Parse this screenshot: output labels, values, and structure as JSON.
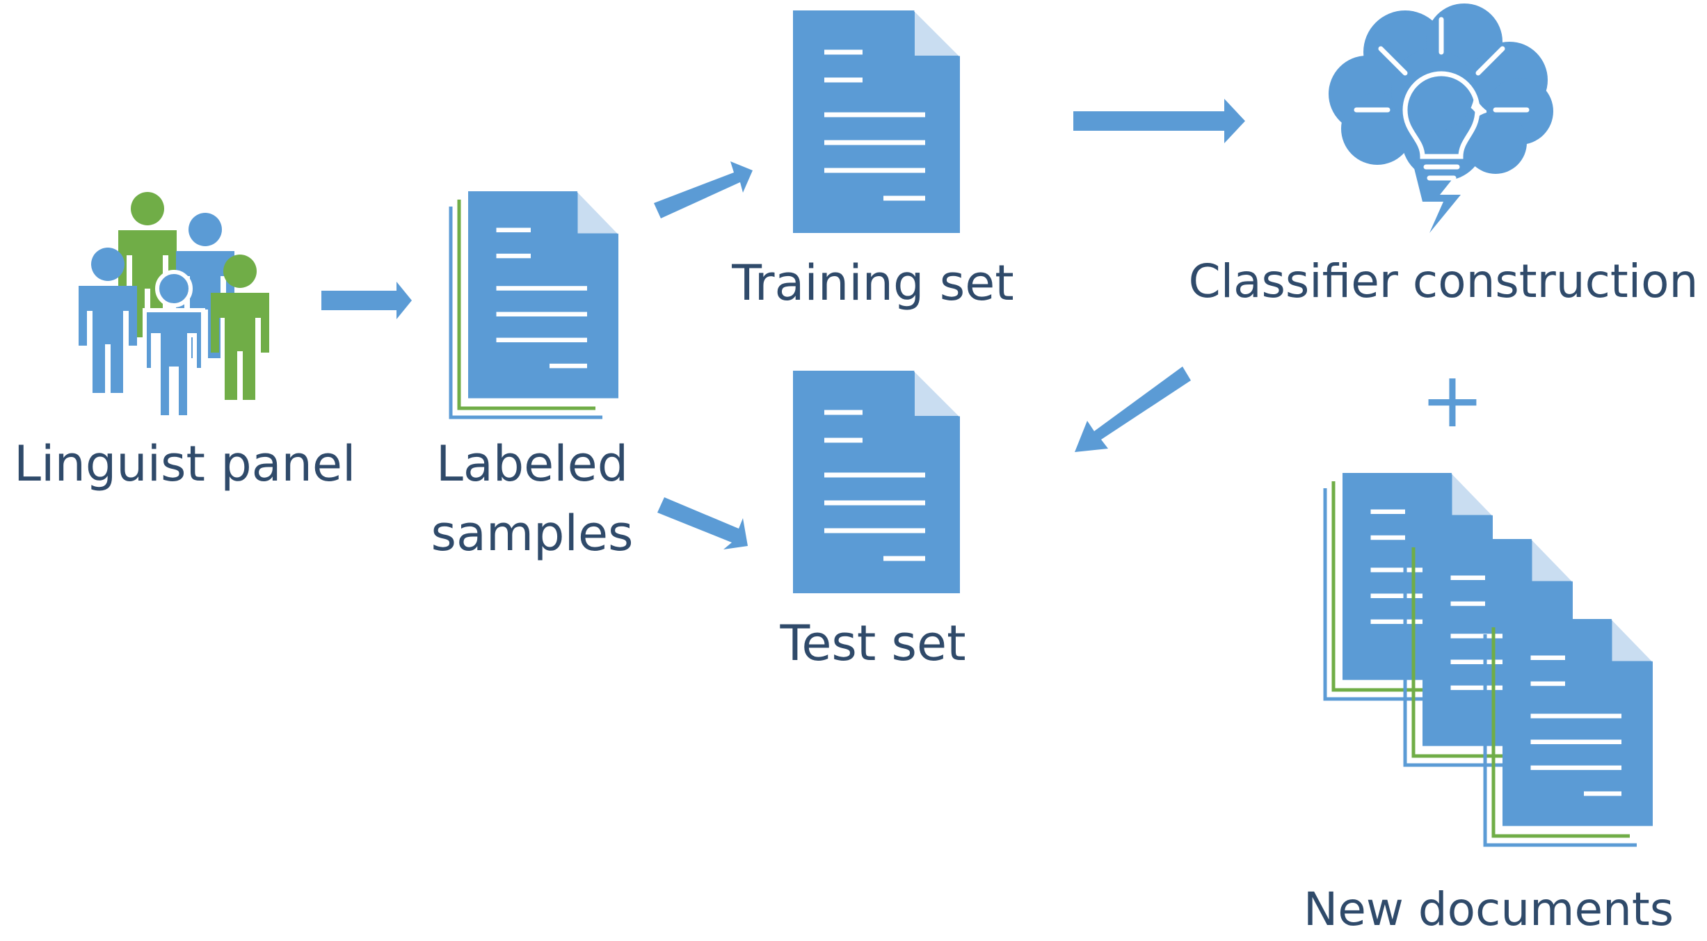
{
  "labels": {
    "linguist_panel": "Linguist panel",
    "labeled_samples_line1": "Labeled",
    "labeled_samples_line2": "samples",
    "training_set": "Training set",
    "test_set": "Test set",
    "classifier_construction": "Classifier construction",
    "plus": "+",
    "new_documents": "New documents"
  },
  "colors": {
    "blue": "#5b9bd5",
    "green": "#70ad47",
    "text": "#2f4a6a",
    "fold": "#c9ddf1",
    "background": "#ffffff"
  },
  "icons": {
    "linguist_panel": "people-group-icon",
    "labeled_samples": "document-stack-icon",
    "training_set": "document-icon",
    "test_set": "document-icon",
    "classifier": "brain-lightbulb-icon",
    "new_documents": "document-stacks-icon"
  }
}
